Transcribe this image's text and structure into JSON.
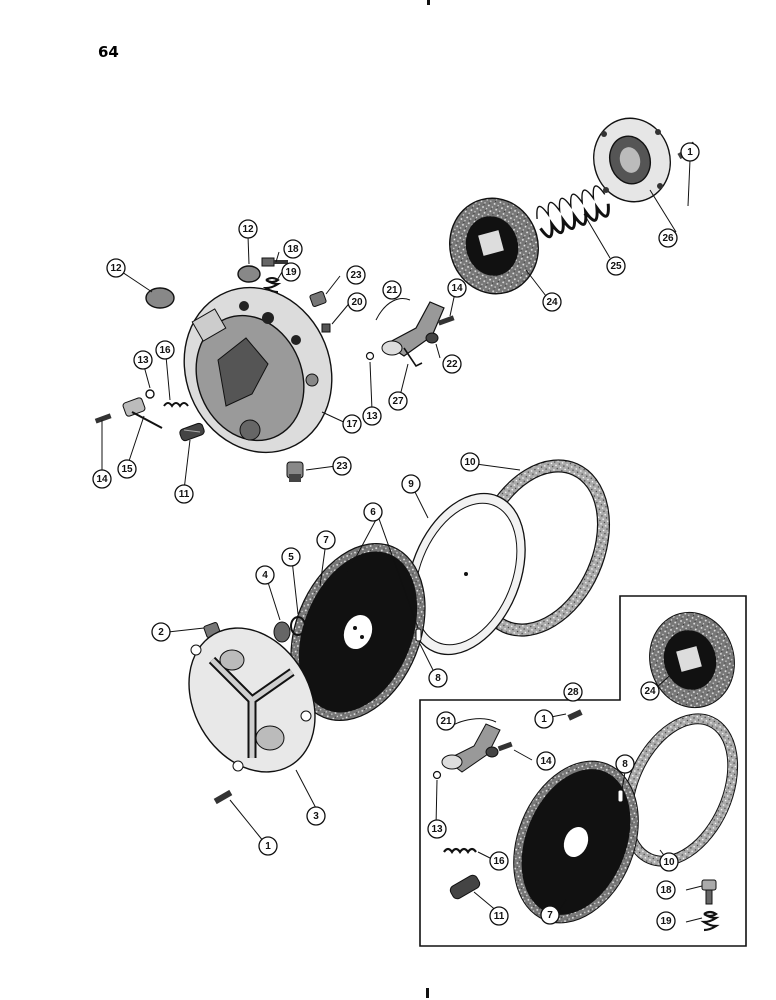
{
  "page_number": "64",
  "callouts": [
    {
      "id": "c1a",
      "label": "1"
    },
    {
      "id": "c26",
      "label": "26"
    },
    {
      "id": "c25",
      "label": "25"
    },
    {
      "id": "c24a",
      "label": "24"
    },
    {
      "id": "c12a",
      "label": "12"
    },
    {
      "id": "c18a",
      "label": "18"
    },
    {
      "id": "c12b",
      "label": "12"
    },
    {
      "id": "c19a",
      "label": "19"
    },
    {
      "id": "c23a",
      "label": "23"
    },
    {
      "id": "c21a",
      "label": "21"
    },
    {
      "id": "c14a",
      "label": "14"
    },
    {
      "id": "c20",
      "label": "20"
    },
    {
      "id": "c22",
      "label": "22"
    },
    {
      "id": "c16a",
      "label": "16"
    },
    {
      "id": "c13a",
      "label": "13"
    },
    {
      "id": "c13b",
      "label": "13"
    },
    {
      "id": "c27",
      "label": "27"
    },
    {
      "id": "c17",
      "label": "17"
    },
    {
      "id": "c14b",
      "label": "14"
    },
    {
      "id": "c15",
      "label": "15"
    },
    {
      "id": "c11a",
      "label": "11"
    },
    {
      "id": "c23b",
      "label": "23"
    },
    {
      "id": "c10a",
      "label": "10"
    },
    {
      "id": "c9",
      "label": "9"
    },
    {
      "id": "c6",
      "label": "6"
    },
    {
      "id": "c7a",
      "label": "7"
    },
    {
      "id": "c5",
      "label": "5"
    },
    {
      "id": "c4",
      "label": "4"
    },
    {
      "id": "c2",
      "label": "2"
    },
    {
      "id": "c8a",
      "label": "8"
    },
    {
      "id": "c28",
      "label": "28"
    },
    {
      "id": "c24b",
      "label": "24"
    },
    {
      "id": "c21b",
      "label": "21"
    },
    {
      "id": "c1b",
      "label": "1"
    },
    {
      "id": "c14c",
      "label": "14"
    },
    {
      "id": "c8b",
      "label": "8"
    },
    {
      "id": "c13c",
      "label": "13"
    },
    {
      "id": "c16b",
      "label": "16"
    },
    {
      "id": "c10b",
      "label": "10"
    },
    {
      "id": "c3",
      "label": "3"
    },
    {
      "id": "c1c",
      "label": "1"
    },
    {
      "id": "c11b",
      "label": "11"
    },
    {
      "id": "c7b",
      "label": "7"
    },
    {
      "id": "c18b",
      "label": "18"
    },
    {
      "id": "c19b",
      "label": "19"
    }
  ]
}
